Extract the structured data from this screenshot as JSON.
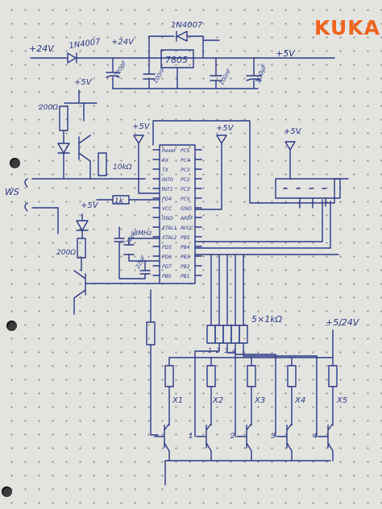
{
  "brand": {
    "logo_text": "KUKA",
    "color": "#f0641e"
  },
  "ink_color": "#2b3a86",
  "labels": {
    "supply_in": "+24V",
    "diode1": "1N4007",
    "after_diode": "+24V",
    "diode2": "1N4007",
    "regulator": "7805",
    "cap_in": "220µF",
    "cap_a": "100nF",
    "cap_b": "100nF",
    "cap_out": "100µF",
    "rail_out": "+5V",
    "tr_vcc": "+5V",
    "led_res": "200Ω",
    "pot": "10kΩ",
    "vcc_left": "+5V",
    "vcc_mid": "+5V",
    "vcc_right": "+5V",
    "ws": "WS",
    "res_1k": "1k",
    "led_vcc": "+5V",
    "res_200": "200Ω",
    "xtal": "8MHz",
    "cap_22p": "22pF",
    "cap_22p2": "22pF",
    "res_bank": "5×1kΩ",
    "out_supply": "+5/24V",
    "out_x1": "X1",
    "out_x2": "X2",
    "out_x3": "X3",
    "out_x4": "X4",
    "out_x5": "X5",
    "b1": "1",
    "b2": "2",
    "b3": "3",
    "b4": "4",
    "r1": "1",
    "r2": "2",
    "r3": "3",
    "r4": "4"
  },
  "ic_pins_left": [
    "Reset",
    "RX",
    "TX",
    "INT0",
    "INT1",
    "PD4",
    "VCC",
    "GND",
    "XTAL1",
    "XTAL2",
    "PD5",
    "PD6",
    "PD7",
    "PB0"
  ],
  "ic_pins_right": [
    "PC5",
    "PC4",
    "PC3",
    "PC2",
    "PC1",
    "PC0",
    "GND",
    "AREF",
    "AVCC",
    "PB5",
    "PB4",
    "PB3",
    "PB2",
    "PB1"
  ]
}
